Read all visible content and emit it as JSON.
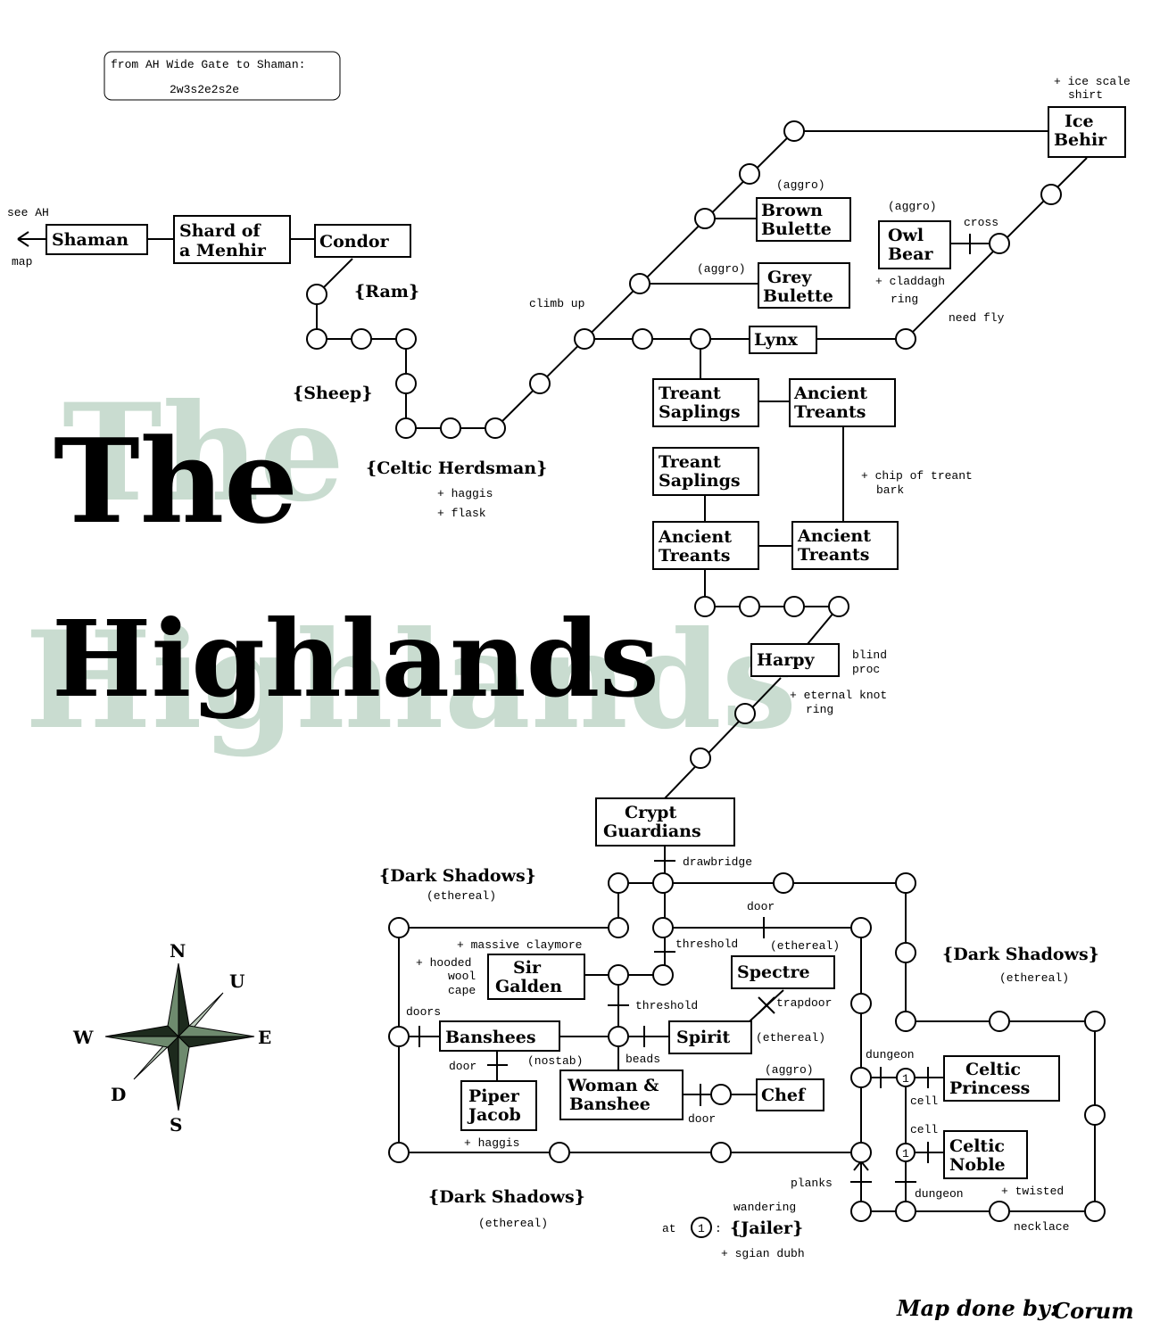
{
  "directions_box": {
    "title": "from AH Wide Gate to Shaman:",
    "path": "2w3s2e2s2e"
  },
  "title": {
    "line1": "The",
    "line2": "Highlands"
  },
  "rooms": {
    "shaman": "Shaman",
    "shard1": "Shard of",
    "shard2": "a Menhir",
    "condor": "Condor",
    "brown1": "Brown",
    "brown2": "Bulette",
    "grey1": "Grey",
    "grey2": "Bulette",
    "owl1": "Owl",
    "owl2": "Bear",
    "ice1": "Ice",
    "ice2": "Behir",
    "lynx": "Lynx",
    "treant_a1": "Treant",
    "treant_a2": "Saplings",
    "ancient_a1": "Ancient",
    "ancient_a2": "Treants",
    "treant_b1": "Treant",
    "treant_b2": "Saplings",
    "ancient_b1": "Ancient",
    "ancient_b2": "Treants",
    "ancient_c1": "Ancient",
    "ancient_c2": "Treants",
    "harpy": "Harpy",
    "crypt1": "Crypt",
    "crypt2": "Guardians",
    "sir1": "Sir",
    "sir2": "Galden",
    "spectre": "Spectre",
    "banshees": "Banshees",
    "spirit": "Spirit",
    "piper1": "Piper",
    "piper2": "Jacob",
    "woman1": "Woman &",
    "woman2": "Banshee",
    "chef": "Chef",
    "princess1": "Celtic",
    "princess2": "Princess",
    "noble1": "Celtic",
    "noble2": "Noble"
  },
  "mobs": {
    "ram": "{Ram}",
    "sheep": "{Sheep}",
    "herdsman": "{Celtic Herdsman}",
    "dark_shadows": "{Dark Shadows}",
    "jailer": "{Jailer}"
  },
  "notes": {
    "see_ah": "see AH",
    "map": "map",
    "aggro": "(aggro)",
    "ice_scale1": "+ ice scale",
    "ice_scale2": "shirt",
    "cross": "cross",
    "claddagh1": "+ claddagh",
    "claddagh2": "ring",
    "need_fly": "need fly",
    "climb_up": "climb up",
    "haggis": "+ haggis",
    "flask": "+ flask",
    "chip1": "+ chip of treant",
    "chip2": "bark",
    "blind1": "blind",
    "blind2": "proc",
    "eternal1": "+ eternal knot",
    "eternal2": "ring",
    "drawbridge": "drawbridge",
    "ethereal": "(ethereal)",
    "door": "door",
    "threshold": "threshold",
    "massive": "+ massive claymore",
    "hooded1": "+ hooded",
    "hooded2": "wool",
    "hooded3": "cape",
    "doors": "doors",
    "trapdoor": "trapdoor",
    "nostab": "(nostab)",
    "beads": "beads",
    "dungeon": "dungeon",
    "cell": "cell",
    "planks": "planks",
    "wandering": "wandering",
    "at": "at",
    "one": "1",
    "sgian": "+ sgian dubh",
    "twisted": "+ twisted",
    "necklace": "necklace"
  },
  "compass": {
    "n": "N",
    "s": "S",
    "e": "E",
    "w": "W",
    "u": "U",
    "d": "D"
  },
  "credit": {
    "label": "Map done by:",
    "author": "Corum"
  },
  "colors": {
    "title_shadow": "#c9dcd0",
    "compass_green": "#6e8a6e",
    "compass_light": "#b9c9b9"
  }
}
